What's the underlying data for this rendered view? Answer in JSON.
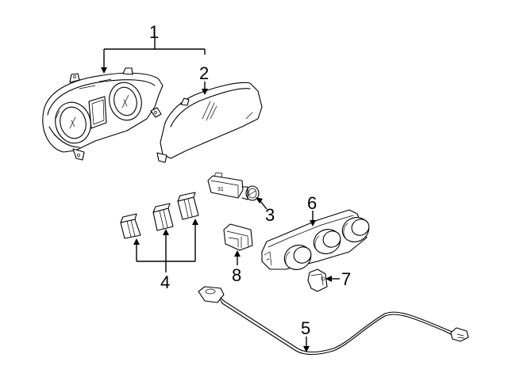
{
  "diagram": {
    "type": "exploded parts diagram",
    "callouts": [
      {
        "number": "1",
        "part": "instrument-cluster-assembly"
      },
      {
        "number": "2",
        "part": "cluster-lens"
      },
      {
        "number": "3",
        "part": "dimmer-switch"
      },
      {
        "number": "4",
        "part": "switch-blanks"
      },
      {
        "number": "5",
        "part": "usb-aux-harness"
      },
      {
        "number": "6",
        "part": "climate-control-panel"
      },
      {
        "number": "7",
        "part": "control-knob-switch"
      },
      {
        "number": "8",
        "part": "switch-connector"
      }
    ],
    "part3_marking": "31"
  }
}
